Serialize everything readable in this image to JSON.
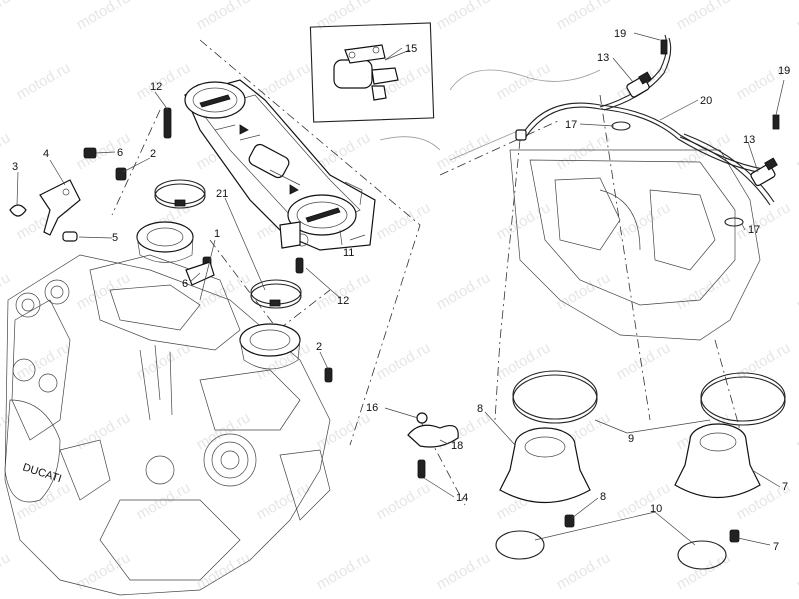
{
  "watermark": "motod.ru",
  "callouts": [
    "1",
    "2",
    "2",
    "3",
    "4",
    "5",
    "6",
    "6",
    "7",
    "7",
    "8",
    "8",
    "9",
    "9",
    "10",
    "10",
    "11",
    "12",
    "12",
    "13",
    "13",
    "14",
    "15",
    "16",
    "17",
    "17",
    "17",
    "18",
    "19",
    "19",
    "20",
    "21"
  ],
  "engine_logo_text": "DUCATI"
}
